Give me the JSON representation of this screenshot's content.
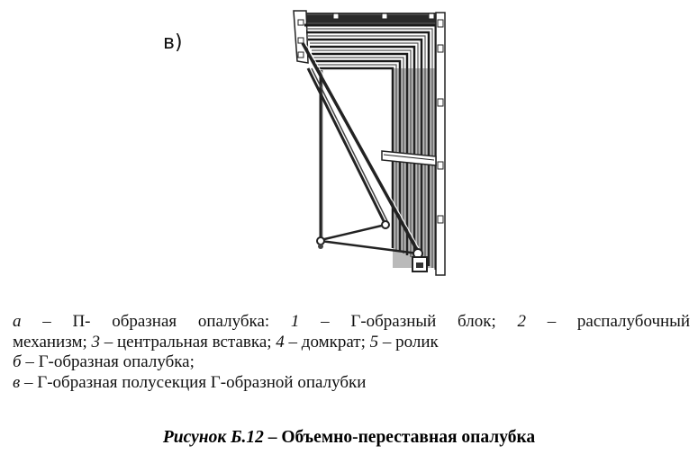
{
  "figure": {
    "panel_label": "в)",
    "illustration": "Г-образная полусекция Г-образной опалубки (line drawing)"
  },
  "legend": {
    "items": [
      {
        "letter": "а",
        "text": "П- образная опалубка:",
        "parts": [
          {
            "num": "1",
            "desc": "Г-образный блок;"
          },
          {
            "num": "2",
            "desc": "распалубочный механизм;"
          },
          {
            "num": "3",
            "desc": "центральная вставка;"
          },
          {
            "num": "4",
            "desc": "домкрат;"
          },
          {
            "num": "5",
            "desc": "ролик"
          }
        ]
      },
      {
        "letter": "б",
        "text": "Г-образная опалубка;"
      },
      {
        "letter": "в",
        "text": "Г-образная полусекция Г-образной опалубки"
      }
    ],
    "dash": "–",
    "line1": {
      "a_letter": "а",
      "a_text": "П- образная опалубка:",
      "n1": "1",
      "d1": "Г-образный блок;",
      "n2": "2",
      "d2a": "распалубочный"
    },
    "line2": {
      "d2b": "механизм;",
      "n3": "3",
      "d3": "центральная вставка;",
      "n4": "4",
      "d4": "домкрат;",
      "n5": "5",
      "d5": "ролик"
    }
  },
  "caption": {
    "label": "Рисунок Б.12",
    "dash": "–",
    "title": "Объемно-переставная опалубка"
  }
}
